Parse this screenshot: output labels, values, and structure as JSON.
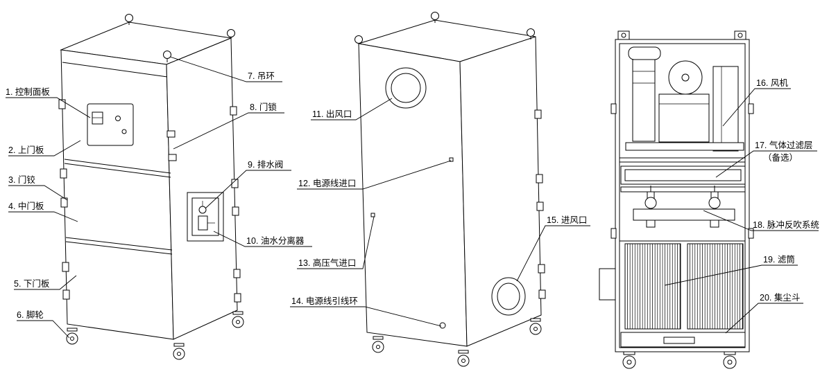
{
  "colors": {
    "background": "#ffffff",
    "line": "#000000"
  },
  "labels": [
    {
      "text": "1. 控制面板"
    },
    {
      "text": "2. 上门板"
    },
    {
      "text": "3. 门铰"
    },
    {
      "text": "4. 中门板"
    },
    {
      "text": "5. 下门板"
    },
    {
      "text": "6. 脚轮"
    },
    {
      "text": "7. 吊环"
    },
    {
      "text": "8. 门锁"
    },
    {
      "text": "9. 排水阀"
    },
    {
      "text": "10. 油水分离器"
    },
    {
      "text": "11. 出风口"
    },
    {
      "text": "12. 电源线进口"
    },
    {
      "text": "13. 高压气进口"
    },
    {
      "text": "14. 电源线引线环"
    },
    {
      "text": "15. 进风口"
    },
    {
      "text": "16. 风机"
    },
    {
      "text": "17. 气体过滤层",
      "text2": "（备选）"
    },
    {
      "text": "18. 脉冲反吹系统"
    },
    {
      "text": "19. 滤筒"
    },
    {
      "text": "20. 集尘斗"
    }
  ]
}
